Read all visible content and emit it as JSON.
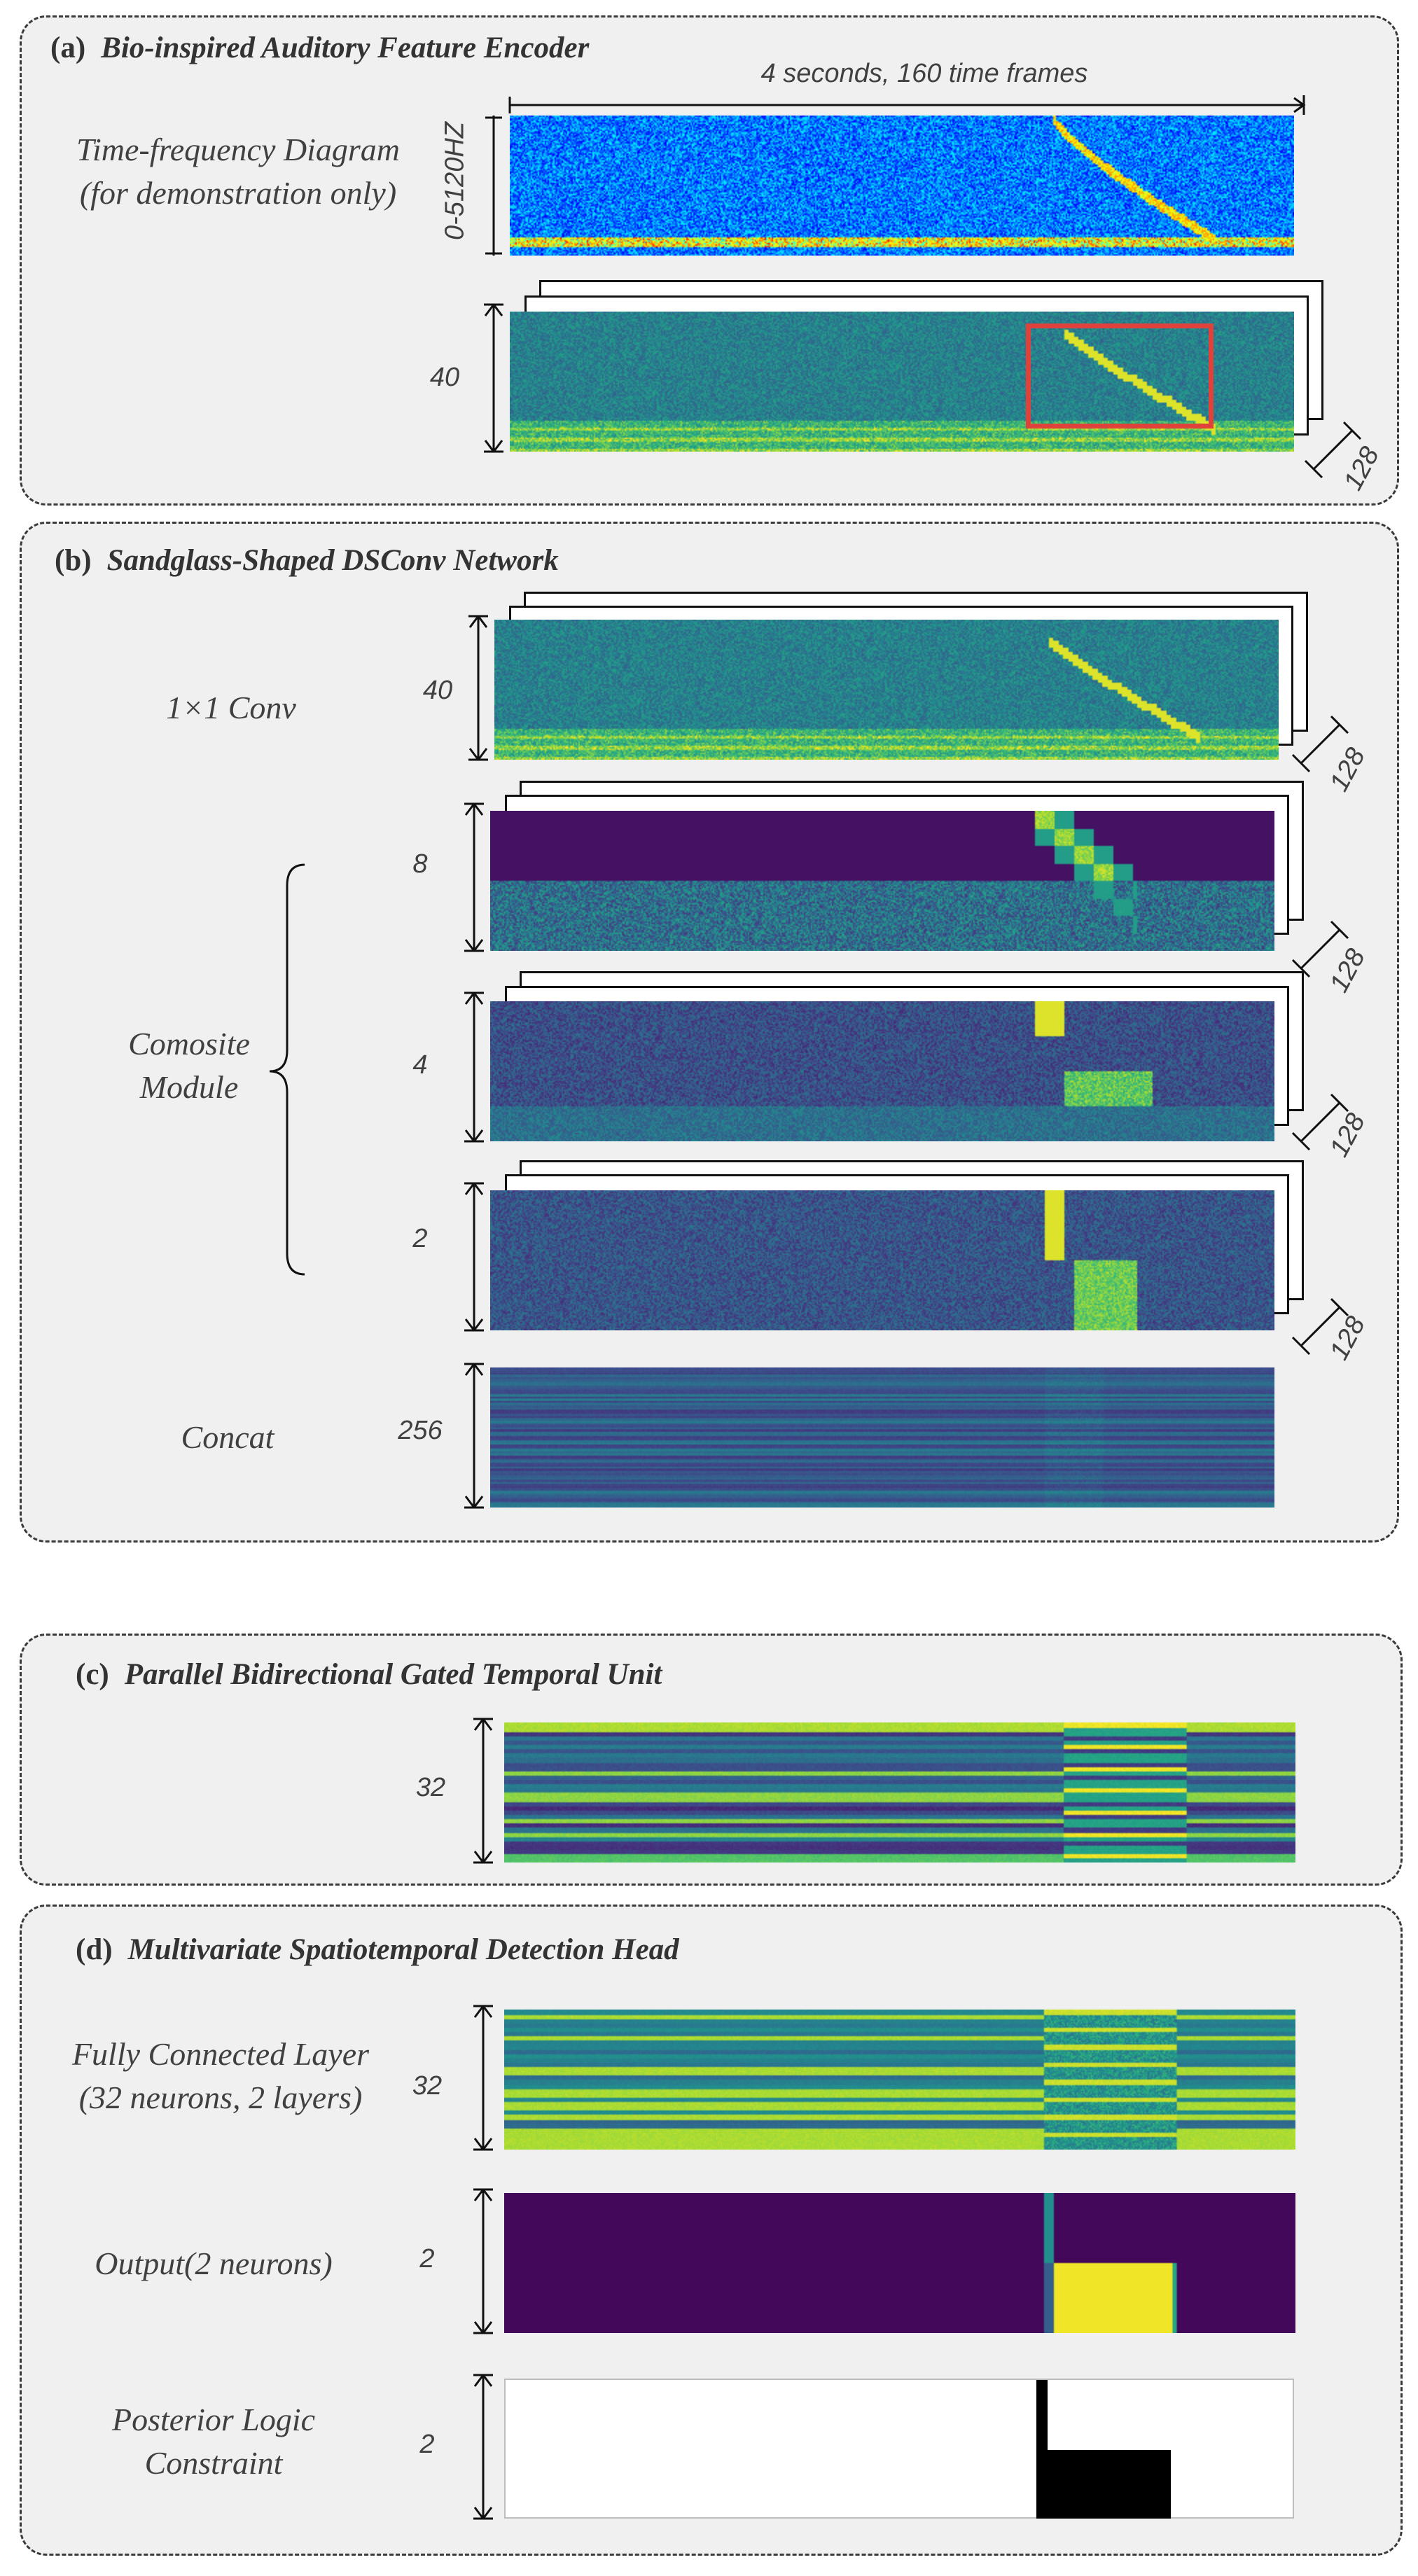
{
  "panels": {
    "a": {
      "tag": "(a)",
      "title": "Bio-inspired Auditory Feature Encoder"
    },
    "b": {
      "tag": "(b)",
      "title": "Sandglass-Shaped DSConv Network"
    },
    "c": {
      "tag": "(c)",
      "title": "Parallel Bidirectional Gated Temporal Unit"
    },
    "d": {
      "tag": "(d)",
      "title": "Multivariate Spatiotemporal Detection Head"
    }
  },
  "a": {
    "time_label": "4 seconds, 160 time frames",
    "tf_label_1": "Time-frequency Diagram",
    "tf_label_2": "(for demonstration only)",
    "freq_label": "0-5120HZ",
    "dim_40": "40",
    "dim_128": "128"
  },
  "b": {
    "conv_label": "1×1 Conv",
    "module_label_1": "Comosite",
    "module_label_2": "Module",
    "concat_label": "Concat",
    "dims": [
      "40",
      "8",
      "4",
      "2",
      "256"
    ],
    "depth": "128"
  },
  "c": {
    "dim": "32"
  },
  "d": {
    "fc_label_1": "Fully Connected Layer",
    "fc_label_2": "(32 neurons, 2 layers)",
    "fc_dim": "32",
    "out_label": "Output(2 neurons)",
    "out_dim": "2",
    "post_label_1": "Posterior Logic",
    "post_label_2": "Constraint",
    "post_dim": "2"
  },
  "colors": {
    "panel_bg": "#f0f0f0",
    "highlight_box": "#e0413a",
    "viridis_dark": "#440154",
    "viridis_yellow": "#fde725"
  }
}
